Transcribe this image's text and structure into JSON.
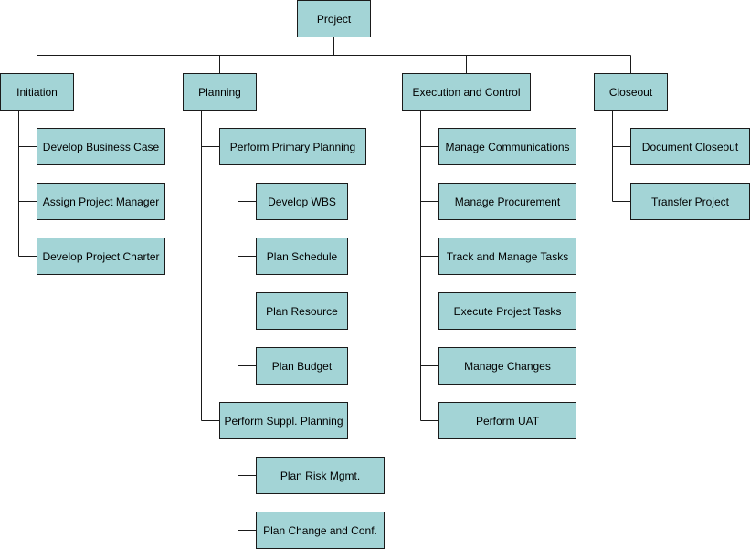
{
  "colors": {
    "node_fill": "#a3d4d6",
    "node_border": "#1a1a1a",
    "line": "#1a1a1a"
  },
  "root": "Project",
  "phases": {
    "initiation": {
      "label": "Initiation",
      "tasks": [
        "Develop Business Case",
        "Assign Project Manager",
        "Develop Project Charter"
      ]
    },
    "planning": {
      "label": "Planning",
      "primary": {
        "label": "Perform Primary Planning",
        "tasks": [
          "Develop WBS",
          "Plan Schedule",
          "Plan Resource",
          "Plan Budget"
        ]
      },
      "supplementary": {
        "label": "Perform Suppl. Planning",
        "tasks": [
          "Plan Risk Mgmt.",
          "Plan Change and Conf."
        ]
      }
    },
    "execution": {
      "label": "Execution and Control",
      "tasks": [
        "Manage Communications",
        "Manage Procurement",
        "Track and Manage Tasks",
        "Execute Project Tasks",
        "Manage Changes",
        "Perform UAT"
      ]
    },
    "closeout": {
      "label": "Closeout",
      "tasks": [
        "Document Closeout",
        "Transfer Project"
      ]
    }
  }
}
